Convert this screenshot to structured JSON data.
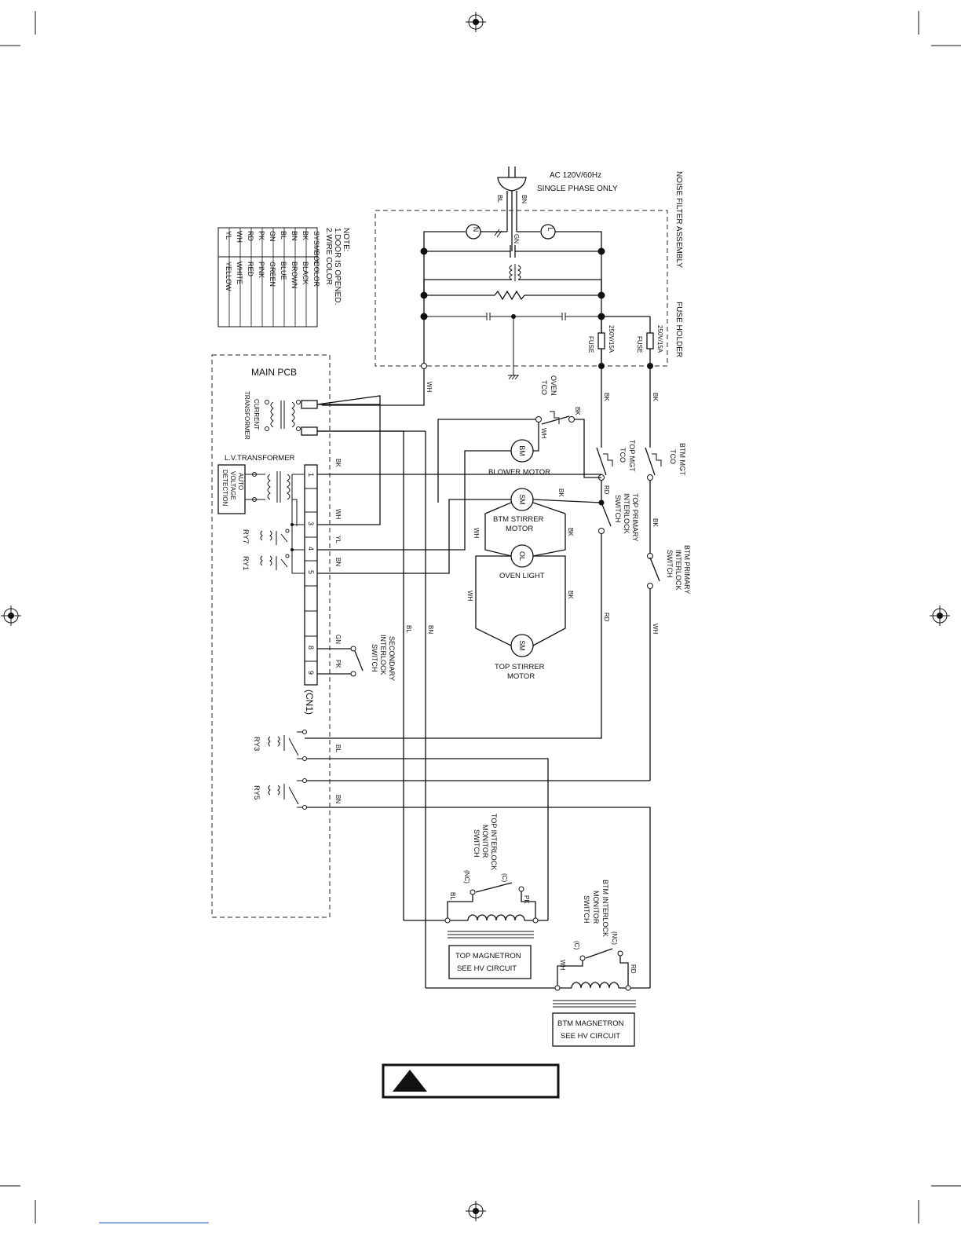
{
  "power": {
    "line1": "AC 120V/60Hz",
    "line2": "SINGLE PHASE ONLY"
  },
  "assemblies": {
    "noise_filter": "NOISE FILTER ASSEMBLY",
    "fuse_holder": "FUSE HOLDER",
    "main_pcb": "MAIN PCB",
    "cn1": "(CN1)"
  },
  "filter": {
    "n": "N",
    "l": "L"
  },
  "fuses": {
    "fuse1_rating": "250V/15A",
    "fuse1_label": "FUSE",
    "fuse2_rating": "250V/15A",
    "fuse2_label": "FUSE"
  },
  "wire_labels": {
    "bl": "BL",
    "bn": "BN",
    "gn": "GN",
    "wh": "WH",
    "bk": "BK",
    "rd": "RD",
    "yl": "YL",
    "pk": "PK"
  },
  "components": {
    "oven_tco": [
      "OVEN",
      "TCO"
    ],
    "top_mgt_tco": [
      "TOP MGT",
      "TCO"
    ],
    "btm_mgt_tco": [
      "BTM MGT",
      "TCO"
    ],
    "top_primary": [
      "TOP PRIMARY",
      "INTERLOCK",
      "SWITCH"
    ],
    "btm_primary": [
      "BTM PRIMARY",
      "INTERLOCK",
      "SWITCH"
    ],
    "bm_symbol": "BM",
    "blower_motor": "BLOWER MOTOR",
    "sm_symbol": "SM",
    "btm_stirrer": [
      "BTM STIRRER",
      "MOTOR"
    ],
    "ol_symbol": "OL",
    "oven_light": "OVEN LIGHT",
    "top_stirrer": [
      "TOP STIRRER",
      "MOTOR"
    ],
    "current_transformer": [
      "CURRENT",
      "TRANSFORMER"
    ],
    "lv_transformer": "L.V.TRANSFORMER",
    "auto_voltage": [
      "AUTO",
      "VOLTAGE",
      "DETECTION"
    ],
    "secondary_interlock": [
      "SECONDARY",
      "INTERLOCK",
      "SWITCH"
    ],
    "relays": {
      "ry7": "RY7",
      "ry1": "RY1",
      "ry3": "RY3",
      "ry5": "RY5"
    },
    "top_monitor": [
      "TOP INTERLOCK",
      "MONITOR",
      "SWITCH"
    ],
    "btm_monitor": [
      "BTM INTERLOCK",
      "MONITOR",
      "SWITCH"
    ],
    "nc": "(NC)",
    "c": "(C)",
    "top_magnetron": [
      "TOP MAGNETRON",
      "SEE HV CIRCUIT"
    ],
    "btm_magnetron": [
      "BTM MAGNETRON",
      "SEE HV CIRCUIT"
    ]
  },
  "cn1_pins": [
    "1",
    "3",
    "4",
    "5",
    "8",
    "9"
  ],
  "note": {
    "title": "NOTE:",
    "line1": "1.DOOR IS OPENED.",
    "line2": "2.WIRE COLOR"
  },
  "color_table": {
    "headers": [
      "SYSMBOL",
      "COLOR"
    ],
    "rows": [
      [
        "BK",
        "BLACK"
      ],
      [
        "BN",
        "BROWN"
      ],
      [
        "BL",
        "BLUE"
      ],
      [
        "GN",
        "GREEN"
      ],
      [
        "PK",
        "PINK"
      ],
      [
        "RD",
        "RED"
      ],
      [
        "WH",
        "WHITE"
      ],
      [
        "YL",
        "YELLOW"
      ]
    ]
  }
}
